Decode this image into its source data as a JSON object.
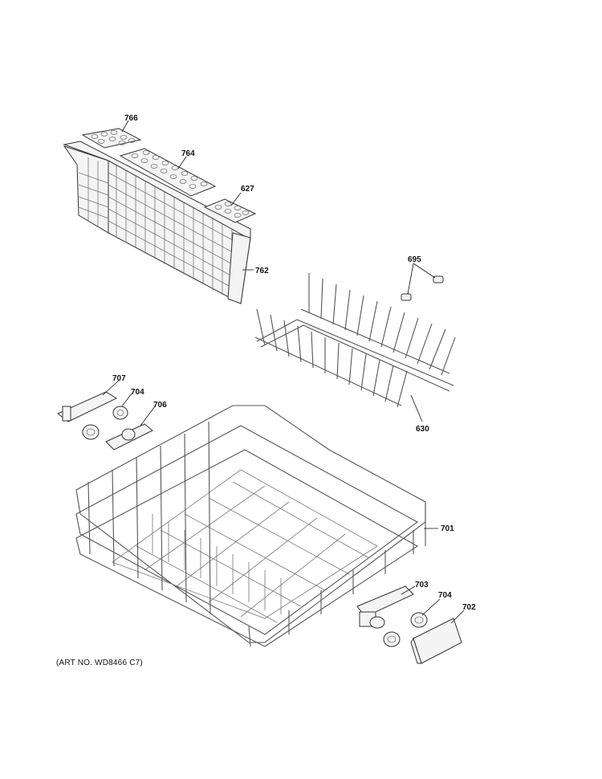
{
  "callouts": {
    "c766": "766",
    "c764": "764",
    "c627": "627",
    "c762": "762",
    "c695": "695",
    "c630": "630",
    "c707": "707",
    "c704a": "704",
    "c706": "706",
    "c701": "701",
    "c703": "703",
    "c704b": "704",
    "c702": "702"
  },
  "art_number": "(ART NO. WD8466 C7)"
}
